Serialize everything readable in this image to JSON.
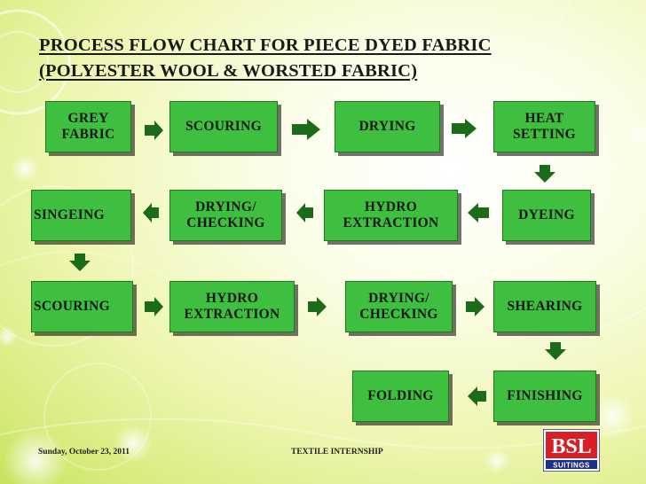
{
  "title": {
    "line1": "PROCESS FLOW CHART FOR PIECE DYED FABRIC",
    "line2": "(POLYESTER WOOL & WORSTED FABRIC)"
  },
  "steps": {
    "grey_fabric": "GREY\nFABRIC",
    "scouring_1": "SCOURING",
    "drying_1": "DRYING",
    "heat_setting": "HEAT\nSETTING",
    "dyeing": "DYEING",
    "hydro_extraction_1": "HYDRO\nEXTRACTION",
    "drying_checking_1": "DRYING/\nCHECKING",
    "singeing": "SINGEING",
    "scouring_2": "SCOURING",
    "hydro_extraction_2": "HYDRO\nEXTRACTION",
    "drying_checking_2": "DRYING/\nCHECKING",
    "shearing": "SHEARING",
    "finishing": "FINISHING",
    "folding": "FOLDING"
  },
  "footer": {
    "date": "Sunday, October 23, 2011",
    "center": "TEXTILE INTERNSHIP"
  },
  "logo": {
    "letters": "BSL",
    "caption": "SUITINGS"
  },
  "colors": {
    "box_fill": "#3fbf3f",
    "box_border": "#1f7a1f",
    "arrow": "#1b6b1b",
    "logo_red": "#d81f26",
    "logo_blue": "#1b2f8f"
  }
}
